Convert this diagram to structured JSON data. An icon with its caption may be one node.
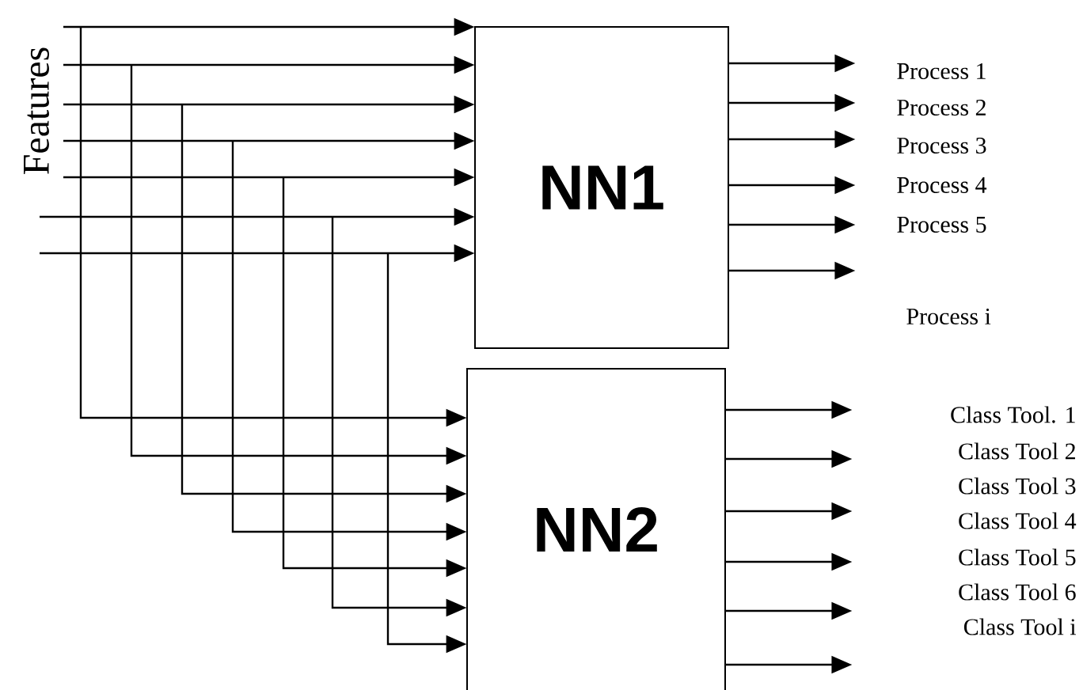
{
  "diagram": {
    "nodes": [
      {
        "text": [
          "NN1"
        ]
      },
      {
        "text": [
          "NN2"
        ]
      }
    ],
    "edges": [
      {
        "from": null,
        "to": 0,
        "arrow": "to"
      },
      {
        "from": null,
        "to": 0,
        "arrow": "to"
      },
      {
        "from": null,
        "to": 0,
        "arrow": "to"
      },
      {
        "from": null,
        "to": 0,
        "arrow": "to"
      },
      {
        "from": null,
        "to": 0,
        "arrow": "to"
      },
      {
        "from": null,
        "to": 0,
        "arrow": "to"
      },
      {
        "from": null,
        "to": 0,
        "arrow": "to"
      },
      {
        "from": null,
        "to": 1,
        "arrow": "to"
      },
      {
        "from": null,
        "to": 1,
        "arrow": "to"
      },
      {
        "from": null,
        "to": 1,
        "arrow": "to"
      },
      {
        "from": null,
        "to": 1,
        "arrow": "to"
      },
      {
        "from": null,
        "to": 1,
        "arrow": "to"
      },
      {
        "from": null,
        "to": 1,
        "arrow": "to"
      },
      {
        "from": null,
        "to": 1,
        "arrow": "to"
      },
      {
        "from": 0,
        "to": null,
        "arrow": "to"
      },
      {
        "from": 0,
        "to": null,
        "arrow": "to"
      },
      {
        "from": 0,
        "to": null,
        "arrow": "to"
      },
      {
        "from": 0,
        "to": null,
        "arrow": "to"
      },
      {
        "from": 0,
        "to": null,
        "arrow": "to"
      },
      {
        "from": 0,
        "to": null,
        "arrow": "to"
      },
      {
        "from": 1,
        "to": null,
        "arrow": "to"
      },
      {
        "from": 1,
        "to": null,
        "arrow": "to"
      },
      {
        "from": 1,
        "to": null,
        "arrow": "to"
      },
      {
        "from": 1,
        "to": null,
        "arrow": "to"
      },
      {
        "from": 1,
        "to": null,
        "arrow": "to"
      },
      {
        "from": 1,
        "to": null,
        "arrow": "to"
      }
    ],
    "labels": [
      "Features",
      "Process 1",
      "Process 2",
      "Process 3",
      "Process 4",
      "Process 5",
      "Process i",
      "Class Tool. 1",
      "Class Tool 2",
      "Class Tool 3",
      "Class Tool 4",
      "Class Tool 5",
      "Class Tool 6",
      "Class Tool i"
    ]
  }
}
